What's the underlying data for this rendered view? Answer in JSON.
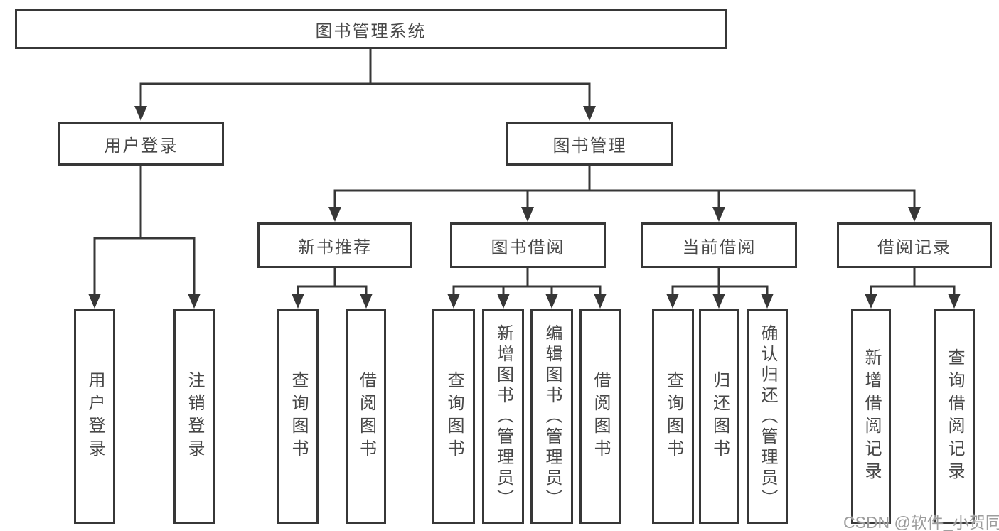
{
  "diagram": {
    "title": "图书管理系统",
    "branches": [
      {
        "label": "用户登录",
        "children": [
          {
            "label": "用户登录"
          },
          {
            "label": "注销登录"
          }
        ]
      },
      {
        "label": "图书管理",
        "children": [
          {
            "label": "新书推荐",
            "children": [
              {
                "label": "查询图书"
              },
              {
                "label": "借阅图书"
              }
            ]
          },
          {
            "label": "图书借阅",
            "children": [
              {
                "label": "查询图书"
              },
              {
                "label": "新增图书（管理员）"
              },
              {
                "label": "编辑图书（管理员）"
              },
              {
                "label": "借阅图书"
              }
            ]
          },
          {
            "label": "当前借阅",
            "children": [
              {
                "label": "查询图书"
              },
              {
                "label": "归还图书"
              },
              {
                "label": "确认归还（管理员）"
              }
            ]
          },
          {
            "label": "借阅记录",
            "children": [
              {
                "label": "新增借阅记录"
              },
              {
                "label": "查询借阅记录"
              }
            ]
          }
        ]
      }
    ]
  },
  "watermark": {
    "text": "CSDN @软件_小贺同学"
  },
  "colors": {
    "line": "#373737",
    "text": "#484848",
    "watermark": "#9d9d9d"
  }
}
